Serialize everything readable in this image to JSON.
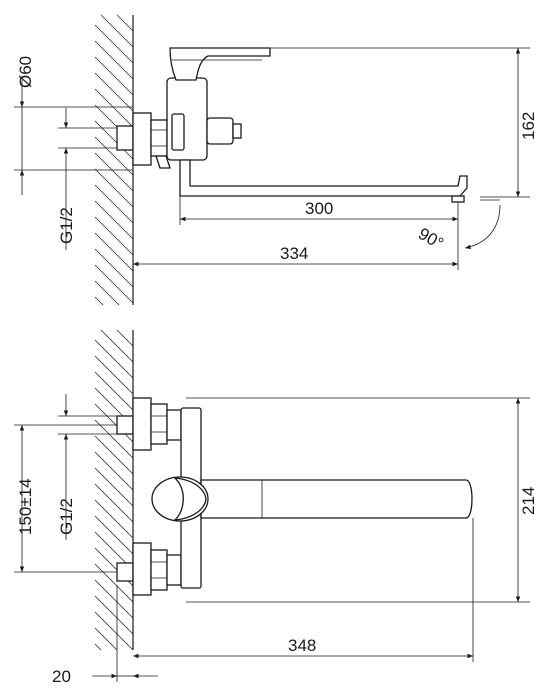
{
  "side_view": {
    "dimensions": {
      "diameter": "Ø60",
      "height": "162",
      "thread": "G1/2",
      "spout_reach": "300",
      "total_reach": "334",
      "rotation": "90°"
    }
  },
  "front_view": {
    "dimensions": {
      "center_distance": "150±14",
      "thread": "G1/2",
      "height": "214",
      "reach": "348",
      "wall_offset": "20"
    }
  }
}
